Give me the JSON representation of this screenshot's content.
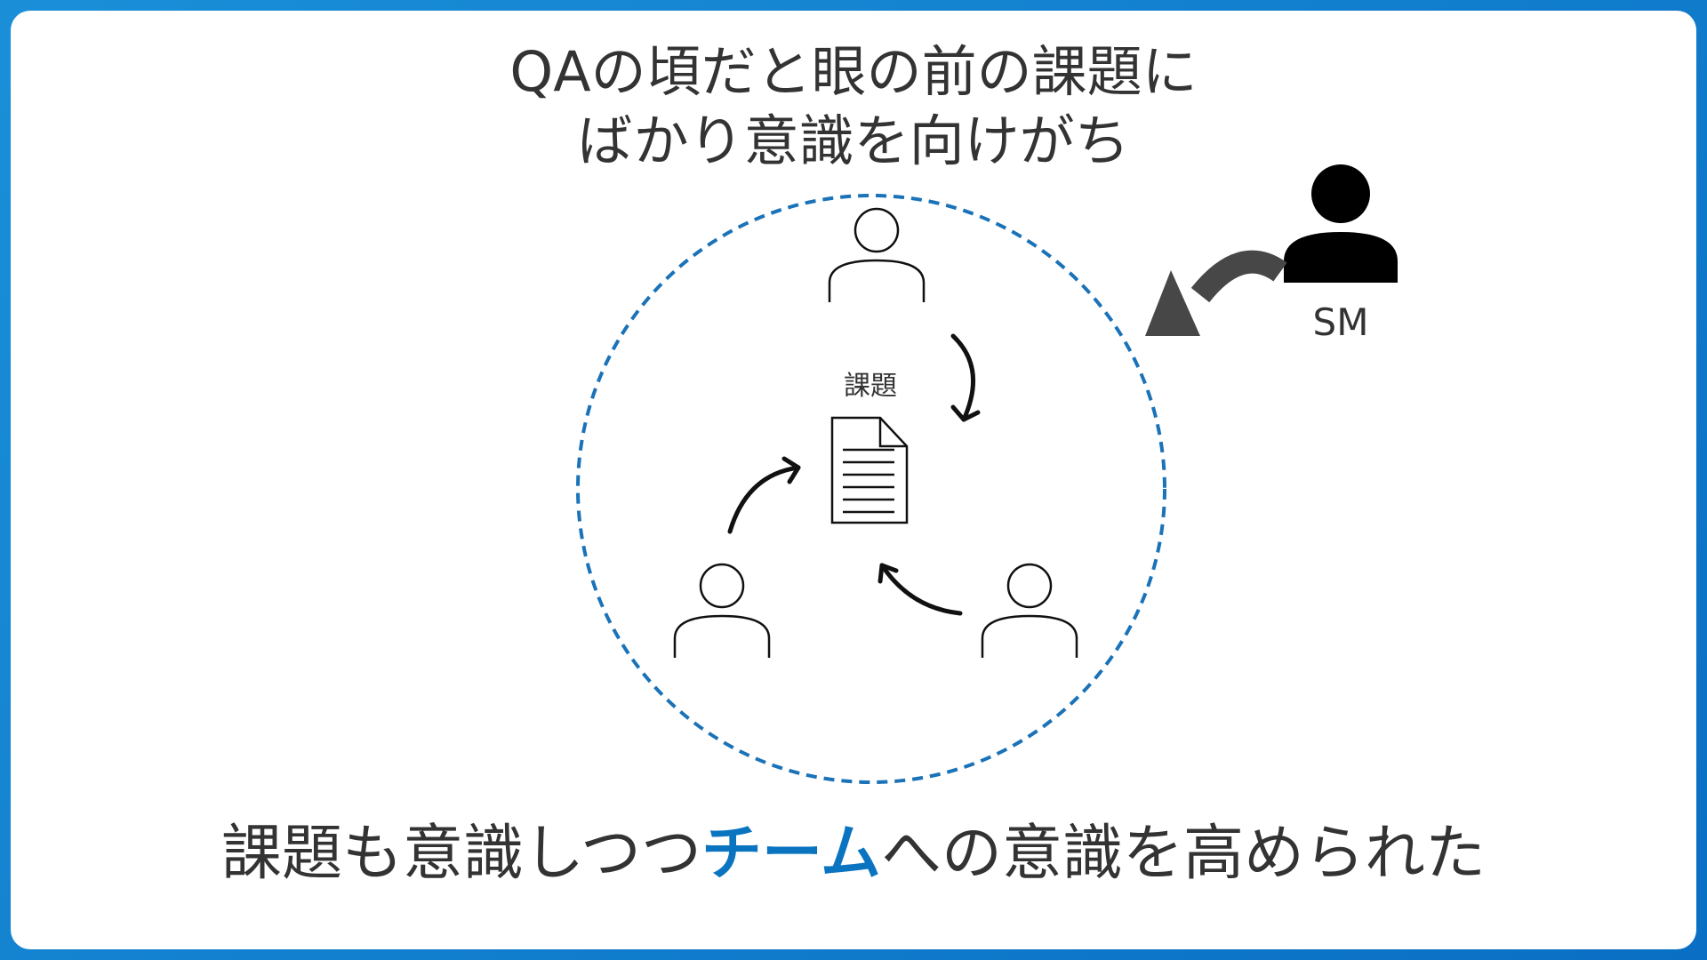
{
  "title": {
    "line1": "QAの頃だと眼の前の課題に",
    "line2": "ばかり意識を向けがち"
  },
  "diagram": {
    "center_label": "課題",
    "sm_label": "SM",
    "circle_color": "#1a72b8",
    "icons": [
      "person-icon",
      "document-icon",
      "solid-person-icon",
      "curved-arrow-icon"
    ]
  },
  "caption": {
    "before": "課題も意識しつつ",
    "highlight": "チーム",
    "after": "への意識を高められた",
    "highlight_color": "#0b74c0"
  }
}
